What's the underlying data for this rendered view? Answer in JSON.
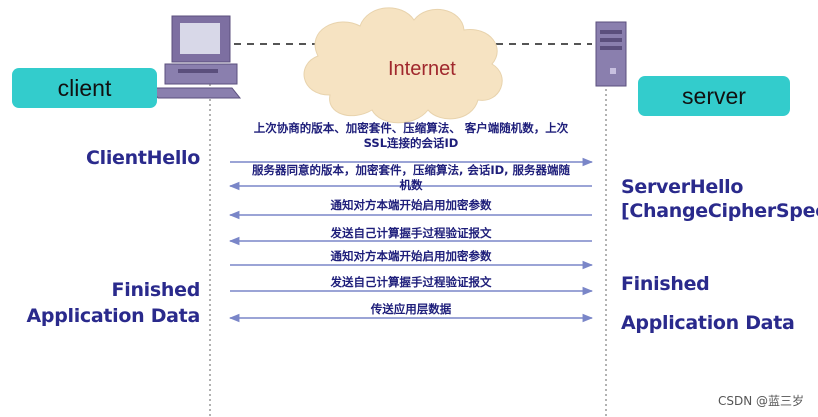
{
  "nodes": {
    "client": "client",
    "server": "server",
    "internet": "Internet"
  },
  "labels": {
    "left": [
      "ClientHello",
      "Finished",
      "Application Data"
    ],
    "right": [
      "ServerHello",
      "[ChangeCipherSpec]",
      "Finished",
      "Application Data"
    ]
  },
  "messages": [
    {
      "text": "上次协商的版本、加密套件、压缩算法、 客户端随机数，上次\nSSL连接的会话ID",
      "direction": "to-server"
    },
    {
      "text": "服务器同意的版本，加密套件，压缩算法, 会话ID, 服务器端随\n机数",
      "direction": "to-client"
    },
    {
      "text": "通知对方本端开始启用加密参数",
      "direction": "to-client"
    },
    {
      "text": "发送自己计算握手过程验证报文",
      "direction": "to-client"
    },
    {
      "text": "通知对方本端开始启用加密参数",
      "direction": "to-server"
    },
    {
      "text": "发送自己计算握手过程验证报文",
      "direction": "to-server"
    },
    {
      "text": "传送应用层数据",
      "direction": "both"
    }
  ],
  "watermark": "CSDN @蓝三岁",
  "colors": {
    "badge": "#33cccc",
    "label": "#2a2a8c",
    "arrow": "#7a86c8",
    "cloud": "#f6e3c2"
  }
}
